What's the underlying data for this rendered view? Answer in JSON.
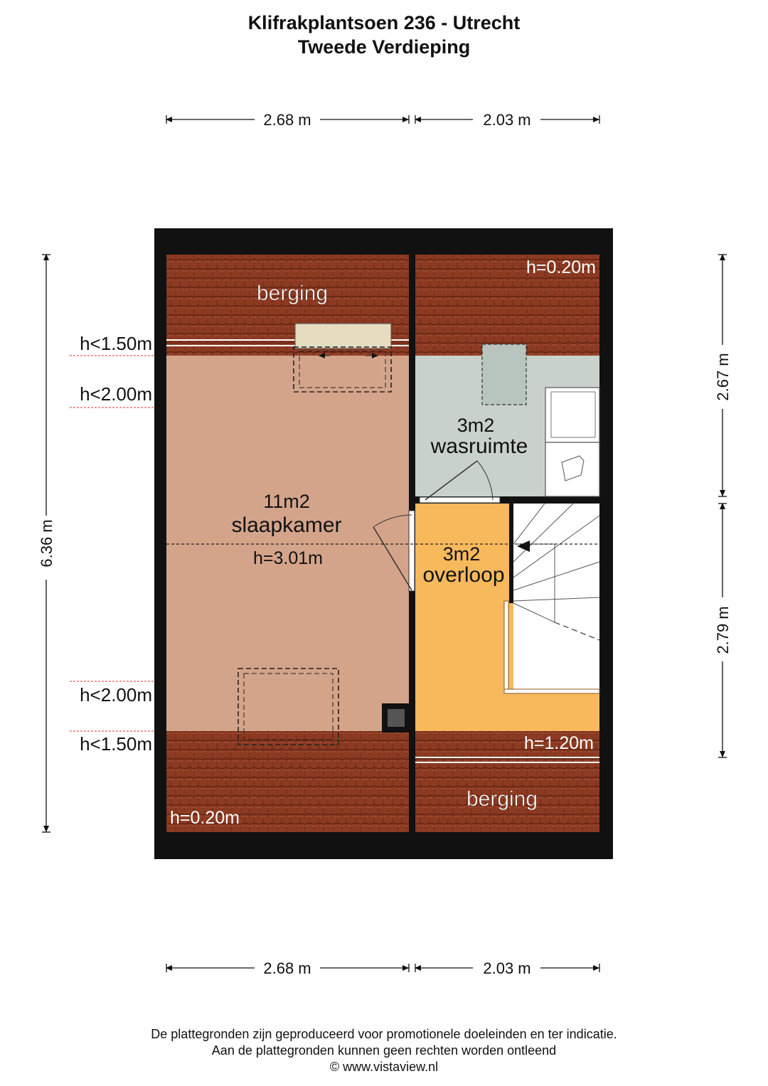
{
  "header": {
    "title": "Klifrakplantsoen 236 - Utrecht",
    "subtitle": "Tweede Verdieping"
  },
  "dimensions": {
    "top_left": "2.68 m",
    "top_right": "2.03 m",
    "bottom_left": "2.68 m",
    "bottom_right": "2.03 m",
    "left_total": "6.36 m",
    "right_upper": "2.67 m",
    "right_lower": "2.79 m"
  },
  "rooms": {
    "berging_top": "berging",
    "berging_bottom": "berging",
    "slaapkamer_area": "11m2",
    "slaapkamer_name": "slaapkamer",
    "slaapkamer_height": "h=3.01m",
    "wasruimte_area": "3m2",
    "wasruimte_name": "wasruimte",
    "overloop_area": "3m2",
    "overloop_name": "overloop"
  },
  "heights": {
    "top_right": "h=0.20m",
    "bottom_left": "h=0.20m",
    "bottom_right": "h=1.20m",
    "left_150_top": "h<1.50m",
    "left_200_top": "h<2.00m",
    "left_200_bottom": "h<2.00m",
    "left_150_bottom": "h<1.50m"
  },
  "footer": {
    "line1": "De plattegronden zijn geproduceerd voor promotionele doeleinden en ter indicatie.",
    "line2": "Aan de plattegronden kunnen geen rechten worden ontleend",
    "line3": "© www.vistaview.nl"
  },
  "colors": {
    "wall": "#111111",
    "roof_tile": "#8c3a22",
    "slaapkamer": "#d4a48a",
    "wasruimte": "#c9d1cb",
    "overloop": "#f7b95c",
    "stair": "#ffffff"
  }
}
